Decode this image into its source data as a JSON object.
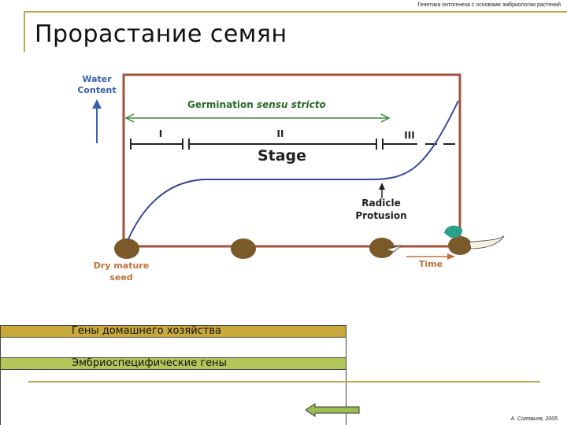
{
  "header": {
    "course_title": "Генетика онтогенеза с основами эмбриологии растений",
    "slide_title": "Прорастание семян"
  },
  "diagram": {
    "y_axis_label_line1": "Water",
    "y_axis_label_line2": "Content",
    "germination_label": "Germination",
    "germination_italic": "sensu stricto",
    "stage_numerals": [
      "I",
      "II",
      "III"
    ],
    "stage_label": "Stage",
    "radicle_line1": "Radicle",
    "radicle_line2": "Protusion",
    "dry_seed_line1": "Dry mature",
    "dry_seed_line2": "seed",
    "time_label": "Time",
    "colors": {
      "frame": "#a0523d",
      "curve": "#3a4a9a",
      "germ_arrow": "#3c8a3c",
      "axis_label": "#3a5fb0",
      "dry_seed_label": "#c0703a",
      "time_label": "#c0703a",
      "seed": "#7a5a28",
      "sprout": "#2aa08a"
    }
  },
  "gene_bars": {
    "housekeeping": "Гены домашнего хозяйства",
    "embryo_specific": "Эмбриоспецифические гены"
  },
  "footer": {
    "author": "А. Соловьев, 2005"
  },
  "nav": {
    "back_icon": "left-arrow-icon"
  }
}
